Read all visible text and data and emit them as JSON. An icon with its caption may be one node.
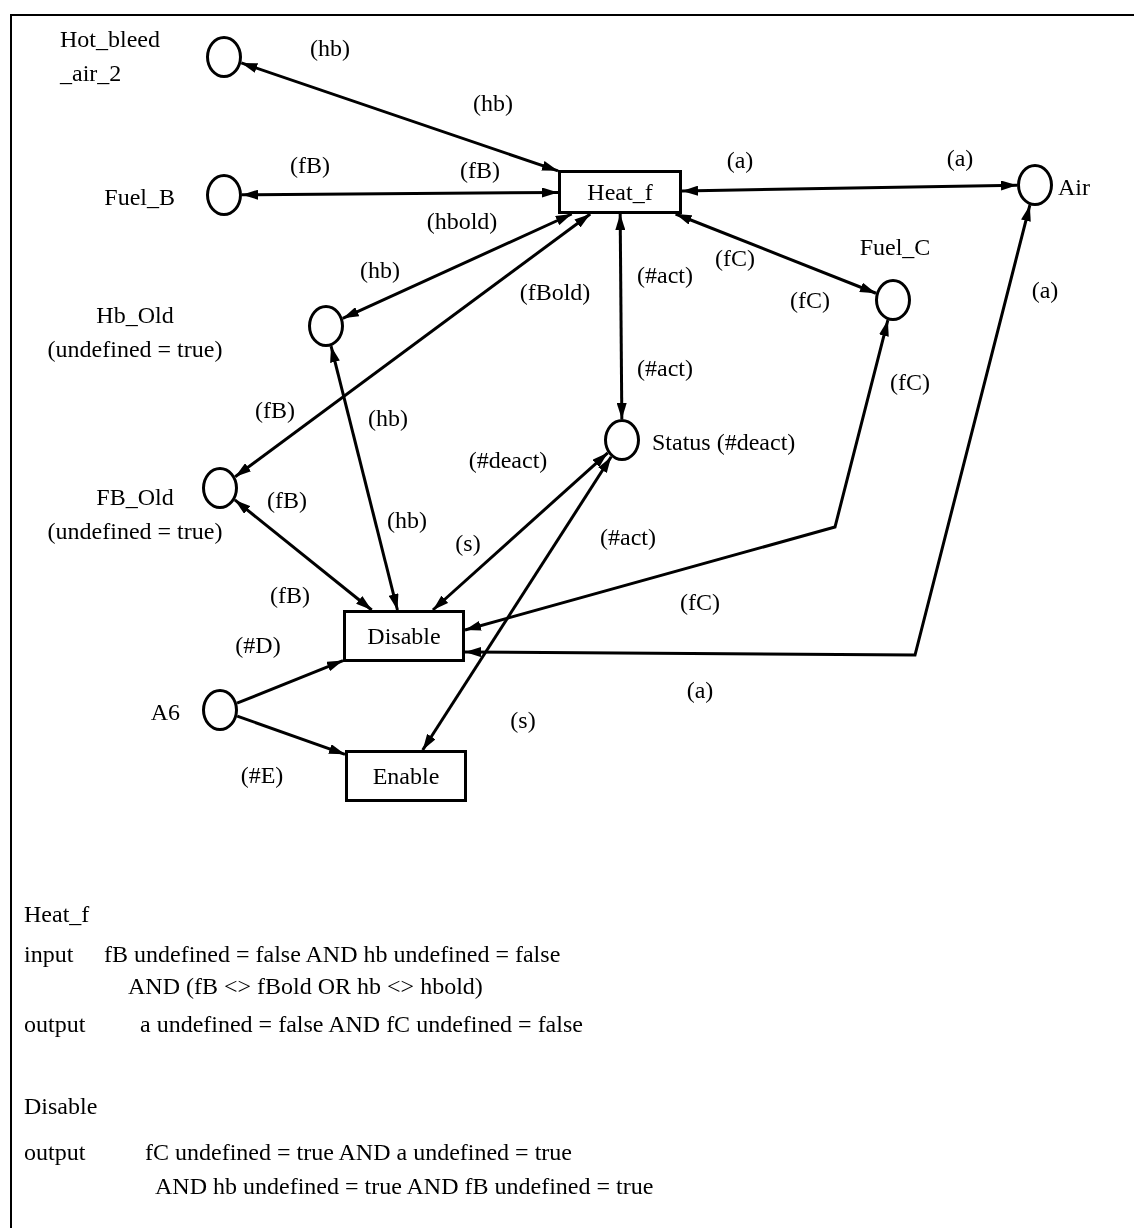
{
  "diagram": {
    "nodes": [
      {
        "text": [],
        "shape": "circle",
        "beside": [
          "Hot_bleed _air_2"
        ]
      },
      {
        "text": [
          "Heat_f"
        ]
      },
      {
        "text": [],
        "shape": "circle",
        "beside": [
          "Fuel_B"
        ]
      },
      {
        "text": [],
        "shape": "circle",
        "beside": [
          "Air"
        ]
      },
      {
        "text": [],
        "shape": "circle",
        "beside": [
          "Fuel_C"
        ]
      },
      {
        "text": [],
        "shape": "circle",
        "beside": [
          "Hb_Old",
          "(undefined = true)"
        ]
      },
      {
        "text": [],
        "shape": "circle",
        "beside": [
          "Status (#deact)"
        ]
      },
      {
        "text": [],
        "shape": "circle",
        "beside": [
          "FB_Old",
          "(undefined = true)"
        ]
      },
      {
        "text": [
          "Disable"
        ]
      },
      {
        "text": [],
        "shape": "circle",
        "beside": [
          "A6"
        ]
      },
      {
        "text": [
          "Enable"
        ]
      }
    ],
    "edges": [
      {
        "from": 0,
        "to": 1,
        "arrow": "both"
      },
      {
        "from": 2,
        "to": 1,
        "arrow": "both"
      },
      {
        "from": 5,
        "to": 1,
        "arrow": "both"
      },
      {
        "from": 1,
        "to": 7,
        "arrow": "both"
      },
      {
        "from": 1,
        "to": 3,
        "arrow": "both"
      },
      {
        "from": 1,
        "to": 4,
        "arrow": "both"
      },
      {
        "from": 1,
        "to": 6,
        "arrow": "both"
      },
      {
        "from": 5,
        "to": 8,
        "arrow": "both"
      },
      {
        "from": 7,
        "to": 8,
        "arrow": "both"
      },
      {
        "from": 6,
        "to": 8,
        "arrow": "both"
      },
      {
        "from": 6,
        "to": 10,
        "arrow": "both"
      },
      {
        "from": 8,
        "to": 4,
        "arrow": "both"
      },
      {
        "from": 8,
        "to": 3,
        "arrow": "both"
      },
      {
        "from": 9,
        "to": 8,
        "arrow": "to"
      },
      {
        "from": 9,
        "to": 10,
        "arrow": "to"
      }
    ],
    "labels": [
      "(hb)",
      "(hb)",
      "(fB)",
      "(fB)",
      "(hbold)",
      "(a)",
      "(a)",
      "(fC)",
      "(fC)",
      "(a)",
      "(#act)",
      "(#act)",
      "(hb)",
      "(fBold)",
      "(fB)",
      "(hb)",
      "(fC)",
      "(#deact)",
      "(fB)",
      "(hb)",
      "(s)",
      "(#act)",
      "(fB)",
      "(fC)",
      "(#D)",
      "(a)",
      "(s)",
      "(#E)",
      "Heat_f",
      "input",
      "fB undefined = false AND hb undefined = false",
      "AND (fB <> fBold OR hb <> hbold)",
      "output",
      "a undefined = false AND fC undefined = false",
      "Disable",
      "output",
      "fC undefined = true AND a undefined = true",
      "AND hb undefined = true AND fB undefined = true"
    ]
  }
}
